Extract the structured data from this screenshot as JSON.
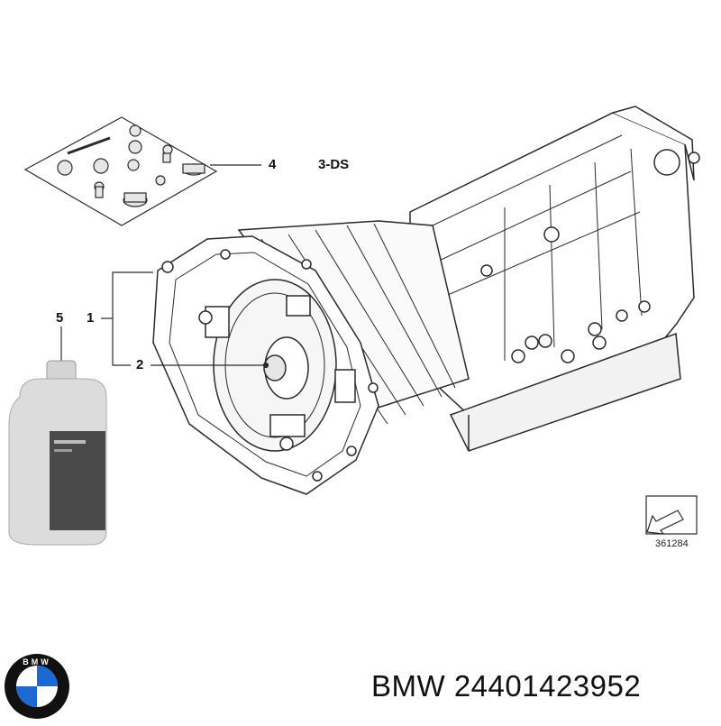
{
  "diagram": {
    "callouts": [
      {
        "id": "c1",
        "label": "1"
      },
      {
        "id": "c2",
        "label": "2"
      },
      {
        "id": "c4",
        "label": "4"
      },
      {
        "id": "c5",
        "label": "5"
      }
    ],
    "variant_label": "3-DS",
    "reference_number": "361284"
  },
  "caption": {
    "brand": "BMW",
    "part_number": "24401423952"
  },
  "logo": {
    "text": "BMW",
    "colors": {
      "blue": "#1c69d4",
      "white": "#ffffff",
      "ring": "#111111"
    },
    "icon": "bmw-roundel-icon"
  },
  "colors": {
    "line": "#2a2a2a",
    "shade": "#e6e6e6",
    "bottle": "#dcdcdc",
    "label": "#4a4a4a"
  }
}
